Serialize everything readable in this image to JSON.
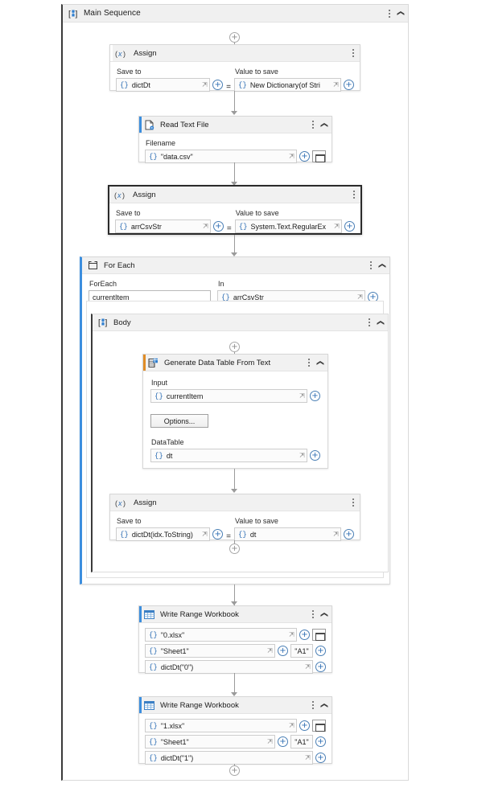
{
  "root": {
    "title": "Main Sequence",
    "icon": "sequence-icon"
  },
  "activities": {
    "assign1": {
      "title": "Assign",
      "icon": "assign-variable-icon",
      "save_to_label": "Save to",
      "save_to_value": "dictDt",
      "equals": "=",
      "value_label": "Value to save",
      "value_value": "New Dictionary(of Stri"
    },
    "read_text_file": {
      "title": "Read Text File",
      "icon": "read-text-file-icon",
      "filename_label": "Filename",
      "filename_value": "\"data.csv\""
    },
    "assign2": {
      "title": "Assign",
      "icon": "assign-variable-icon",
      "selected": true,
      "save_to_label": "Save to",
      "save_to_value": "arrCsvStr",
      "equals": "=",
      "value_label": "Value to save",
      "value_value": "System.Text.RegularEx"
    },
    "for_each": {
      "title": "For Each",
      "icon": "for-each-icon",
      "foreach_label": "ForEach",
      "foreach_value": "currentItem",
      "in_label": "In",
      "in_value": "arrCsvStr"
    },
    "body": {
      "title": "Body",
      "icon": "sequence-icon"
    },
    "generate_dt": {
      "title": "Generate Data Table From Text",
      "icon": "data-table-icon",
      "input_label": "Input",
      "input_value": "currentItem",
      "options_label": "Options...",
      "datatable_label": "DataTable",
      "datatable_value": "dt"
    },
    "assign3": {
      "title": "Assign",
      "icon": "assign-variable-icon",
      "save_to_label": "Save to",
      "save_to_value": "dictDt(idx.ToString)",
      "equals": "=",
      "value_label": "Value to save",
      "value_value": "dt"
    },
    "write_range_1": {
      "title": "Write Range Workbook",
      "icon": "workbook-icon",
      "workbook_value": "\"0.xlsx\"",
      "sheet_value": "\"Sheet1\"",
      "cell_value": "\"A1\"",
      "datatable_value": "dictDt(\"0\")"
    },
    "write_range_2": {
      "title": "Write Range Workbook",
      "icon": "workbook-icon",
      "workbook_value": "\"1.xlsx\"",
      "sheet_value": "\"Sheet1\"",
      "cell_value": "\"A1\"",
      "datatable_value": "dictDt(\"1\")"
    }
  },
  "glyphs": {
    "plus": "⊕",
    "plus_small": "+",
    "chevron_up": "«",
    "expand": "⤡",
    "brace": "{}",
    "assign_icon_text": "(x)"
  },
  "colors": {
    "accent_blue": "#3c8ede",
    "accent_orange": "#e08c26",
    "selected_border": "#2b2b2b",
    "header_bg": "#f1f1f1",
    "connector": "#9b9b9b"
  }
}
